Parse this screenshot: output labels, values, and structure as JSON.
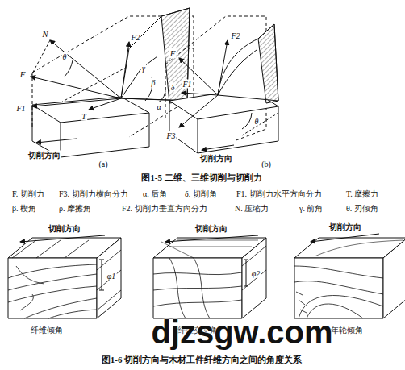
{
  "diagram": {
    "labels": [
      "N",
      "F",
      "F1",
      "θ",
      "F2",
      "γ",
      "β",
      "δ",
      "α",
      "T",
      "切削方向",
      "(a)",
      "F",
      "F2",
      "F1",
      "F3",
      "θ",
      "切削方向",
      "(b)",
      "图1-5 二维、三维切削与切削力",
      "F. 切削力",
      "F3. 切削力横向分力",
      "α. 后角",
      "δ. 切削角",
      "F1. 切削力水平方向分力",
      "T. 摩擦力",
      "β. 楔角",
      "ρ. 摩擦角",
      "F2. 切削力垂直方向分力",
      "N. 压缩力",
      "γ. 前角",
      "θ. 刃倾角",
      "切削方向",
      "切削方向",
      "切削方向",
      "φ1",
      "φ2",
      "纤维倾角",
      "纤维交叉角",
      "年轮倾角",
      "图1-6 切削方向与木材工件纤维方向之间的角度关系",
      "djzsgw.com"
    ]
  }
}
